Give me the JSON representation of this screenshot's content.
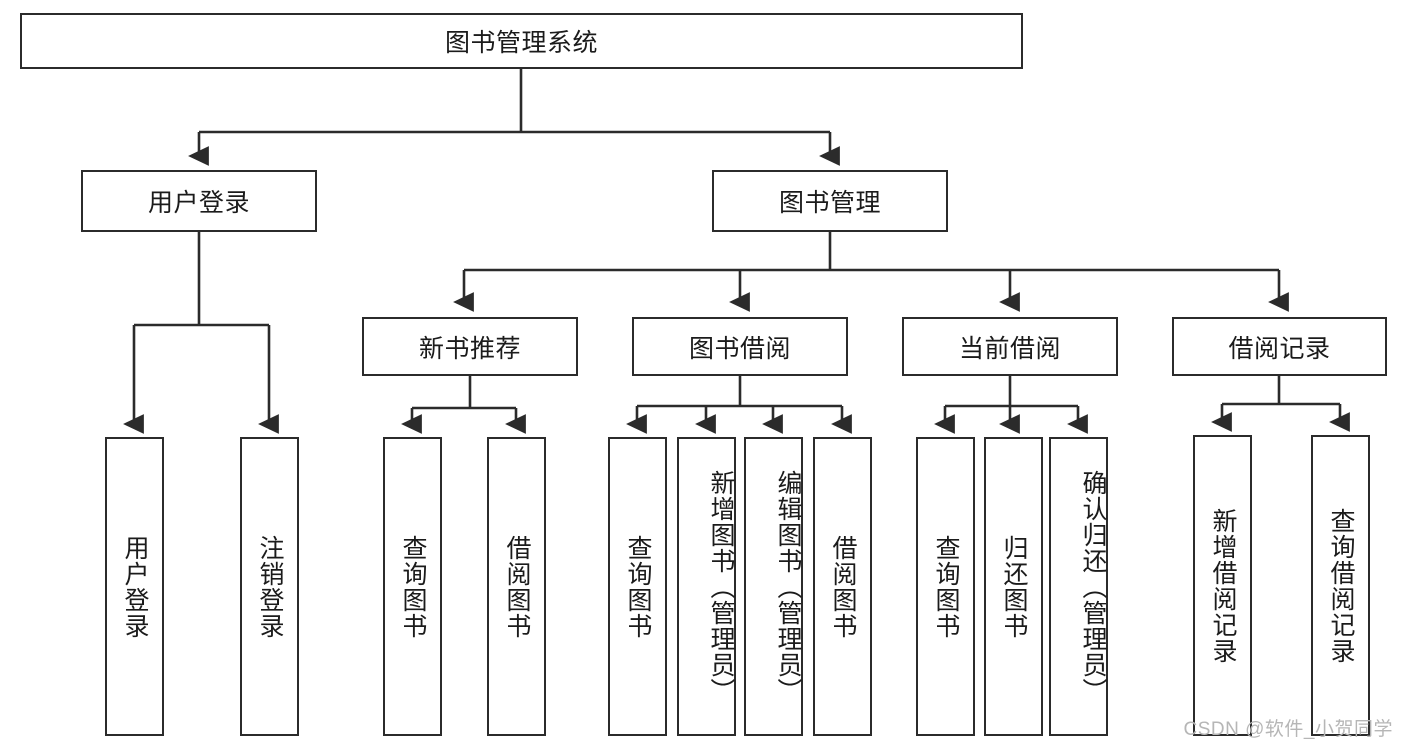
{
  "diagram": {
    "title": "图书管理系统",
    "type": "tree-hierarchy-diagram",
    "watermark": "CSDN @软件_小贺同学",
    "colors": {
      "stroke": "#2b2b2b",
      "fill": "#ffffff",
      "text": "#1b1b1b",
      "watermark": "#b6b6b6"
    },
    "nodes": {
      "root": {
        "label": "图书管理系统"
      },
      "level2": [
        {
          "id": "user-login",
          "label": "用户登录"
        },
        {
          "id": "book-management",
          "label": "图书管理"
        }
      ],
      "level3": [
        {
          "id": "new-book-recommend",
          "label": "新书推荐"
        },
        {
          "id": "book-borrow",
          "label": "图书借阅"
        },
        {
          "id": "current-borrow",
          "label": "当前借阅"
        },
        {
          "id": "borrow-record",
          "label": "借阅记录"
        }
      ],
      "leaves": {
        "user-login": [
          {
            "id": "leaf-user-login",
            "label": "用户登录"
          },
          {
            "id": "leaf-logout-login",
            "label": "注销登录"
          }
        ],
        "new-book-recommend": [
          {
            "id": "leaf-query-book-1",
            "label": "查询图书"
          },
          {
            "id": "leaf-borrow-book-1",
            "label": "借阅图书"
          }
        ],
        "book-borrow": [
          {
            "id": "leaf-query-book-2",
            "label": "查询图书"
          },
          {
            "id": "leaf-add-book-admin",
            "label": "新增图书（管理员）"
          },
          {
            "id": "leaf-edit-book-admin",
            "label": "编辑图书（管理员）"
          },
          {
            "id": "leaf-borrow-book-2",
            "label": "借阅图书"
          }
        ],
        "current-borrow": [
          {
            "id": "leaf-query-book-3",
            "label": "查询图书"
          },
          {
            "id": "leaf-return-book",
            "label": "归还图书"
          },
          {
            "id": "leaf-confirm-return-admin",
            "label": "确认归还（管理员）"
          }
        ],
        "borrow-record": [
          {
            "id": "leaf-add-borrow-record",
            "label": "新增借阅记录"
          },
          {
            "id": "leaf-query-borrow-record",
            "label": "查询借阅记录"
          }
        ]
      }
    }
  }
}
